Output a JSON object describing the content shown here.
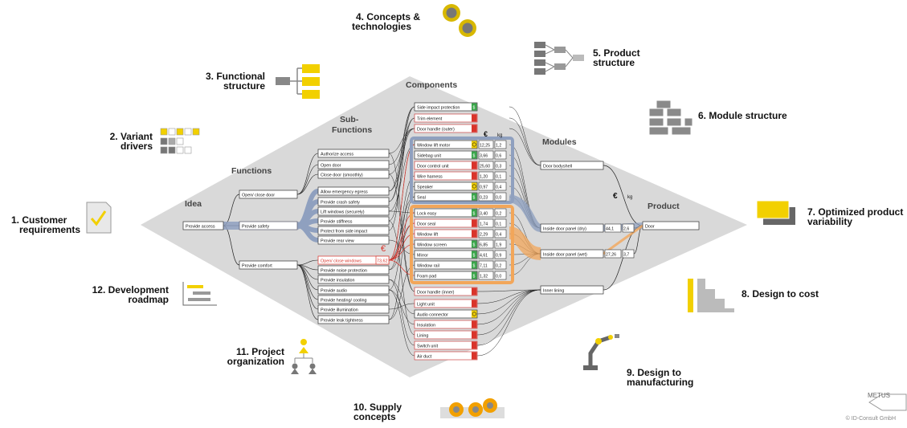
{
  "headers": {
    "idea": "Idea",
    "functions": "Functions",
    "subfunctions_line1": "Sub-",
    "subfunctions_line2": "Functions",
    "components": "Components",
    "modules": "Modules",
    "product": "Product"
  },
  "idea_box": "Provide access",
  "functions": [
    "Open/ close door",
    "Provide safety",
    "Provide comfort"
  ],
  "subfunctions": [
    "Authorize access",
    "Open door",
    "Close door (smoothly)",
    "Allow emergency egress",
    "Provide crash safety",
    "Lift windows (securely)",
    "Provide stiffness",
    "Protect from side impact",
    "Provide rear view",
    "Open/ close windows",
    "Provide noise protection",
    "Provide insulation",
    "Provide audio",
    "Provide heating/ cooling",
    "Provide illumination",
    "Provide leak tightness"
  ],
  "subfunction_cost": "73,62",
  "currency_symbol": "€",
  "weight_symbol": "kg",
  "components_group1": [
    "Side impact protection",
    "Trim element",
    "Door handle (outer)"
  ],
  "components_group2": [
    {
      "name": "Window lift motor",
      "eur": "12,25",
      "kg": "1,2"
    },
    {
      "name": "Sidebag unit",
      "eur": "3,66",
      "kg": "0,6"
    },
    {
      "name": "Door control unit",
      "eur": "25,60",
      "kg": "0,3"
    },
    {
      "name": "Wire harness",
      "eur": "1,20",
      "kg": "0,1"
    },
    {
      "name": "Speaker",
      "eur": "0,97",
      "kg": "0,4"
    },
    {
      "name": "Seal",
      "eur": "0,23",
      "kg": "0,0"
    }
  ],
  "components_group3": [
    {
      "name": "Lock easy",
      "eur": "3,40",
      "kg": "0,2"
    },
    {
      "name": "Door seal",
      "eur": "1,74",
      "kg": "0,1"
    },
    {
      "name": "Window lift",
      "eur": "2,29",
      "kg": "0,4"
    },
    {
      "name": "Window screen",
      "eur": "6,85",
      "kg": "1,9"
    },
    {
      "name": "Mirror",
      "eur": "4,61",
      "kg": "0,9"
    },
    {
      "name": "Window rail",
      "eur": "7,11",
      "kg": "0,2"
    },
    {
      "name": "Foam pad",
      "eur": "1,32",
      "kg": "0,0"
    }
  ],
  "components_group4": [
    "Door handle (inner)",
    "Light unit",
    "Audio connector",
    "Insulation",
    "Lining",
    "Switch unit",
    "Air duct"
  ],
  "modules": [
    {
      "name": "Door bodyshell"
    },
    {
      "name": "Inside door panel (dry)",
      "eur": "44,1",
      "kg": "2,6"
    },
    {
      "name": "Inside door panel (wet)",
      "eur": "27,26",
      "kg": "3,7"
    },
    {
      "name": "Inner lining"
    }
  ],
  "product_box": "Door",
  "outer_labels": [
    {
      "id": "customer",
      "line1": "1. Customer",
      "line2": "requirements"
    },
    {
      "id": "variant",
      "line1": "2. Variant",
      "line2": "drivers"
    },
    {
      "id": "functional",
      "line1": "3. Functional",
      "line2": "structure"
    },
    {
      "id": "concepts",
      "line1": "4. Concepts &",
      "line2": "technologies"
    },
    {
      "id": "product-structure",
      "line1": "5. Product",
      "line2": "structure"
    },
    {
      "id": "module",
      "line1": "6. Module structure",
      "line2": ""
    },
    {
      "id": "optimized",
      "line1": "7. Optimized product",
      "line2": "variability"
    },
    {
      "id": "design-cost",
      "line1": "8. Design to cost",
      "line2": ""
    },
    {
      "id": "design-manufacturing",
      "line1": "9. Design to",
      "line2": "manufacturing"
    },
    {
      "id": "supply",
      "line1": "10. Supply",
      "line2": "concepts"
    },
    {
      "id": "project",
      "line1": "11. Project",
      "line2": "organization"
    },
    {
      "id": "roadmap",
      "line1": "12. Development",
      "line2": "roadmap"
    }
  ],
  "logo_text": "METUS",
  "copyright": "© ID-Consult GmbH",
  "colors": {
    "diamond": "#d9d9d9",
    "blue_highlight": "#8fa0bf",
    "orange_highlight": "#f2a65a",
    "red": "#d9342b",
    "green": "#3aa64a",
    "yellow": "#f2d000"
  },
  "component_status": {
    "group1": [
      "green",
      "red",
      "red"
    ],
    "group2": [
      "yellow",
      "green",
      "red",
      "red",
      "yellow",
      "green"
    ],
    "group3": [
      "green",
      "red",
      "red",
      "green",
      "green",
      "green",
      "green"
    ],
    "group4": [
      "red",
      "red",
      "yellow",
      "red",
      "red",
      "red",
      "red"
    ]
  }
}
